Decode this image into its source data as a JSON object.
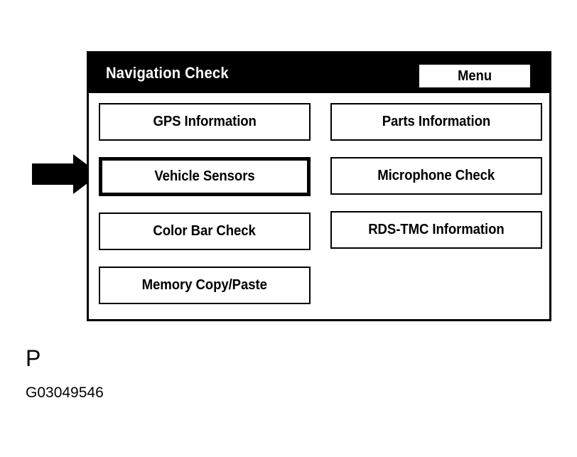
{
  "screen": {
    "title": "Navigation Check",
    "menu_label": "Menu",
    "colors": {
      "title_bar_bg": "#000000",
      "title_bar_fg": "#ffffff",
      "panel_bg": "#ffffff",
      "border": "#000000"
    },
    "columns": {
      "left": [
        {
          "label": "GPS Information",
          "selected": false
        },
        {
          "label": "Vehicle Sensors",
          "selected": true
        },
        {
          "label": "Color Bar Check",
          "selected": false
        },
        {
          "label": "Memory Copy/Paste",
          "selected": false
        }
      ],
      "right": [
        {
          "label": "Parts Information",
          "selected": false
        },
        {
          "label": "Microphone Check",
          "selected": false
        },
        {
          "label": "RDS-TMC Information",
          "selected": false
        }
      ]
    }
  },
  "annotation": {
    "arrow_target": "Vehicle Sensors",
    "arrow_direction": "right"
  },
  "caption": {
    "letter": "P",
    "figure_code": "G03049546"
  }
}
